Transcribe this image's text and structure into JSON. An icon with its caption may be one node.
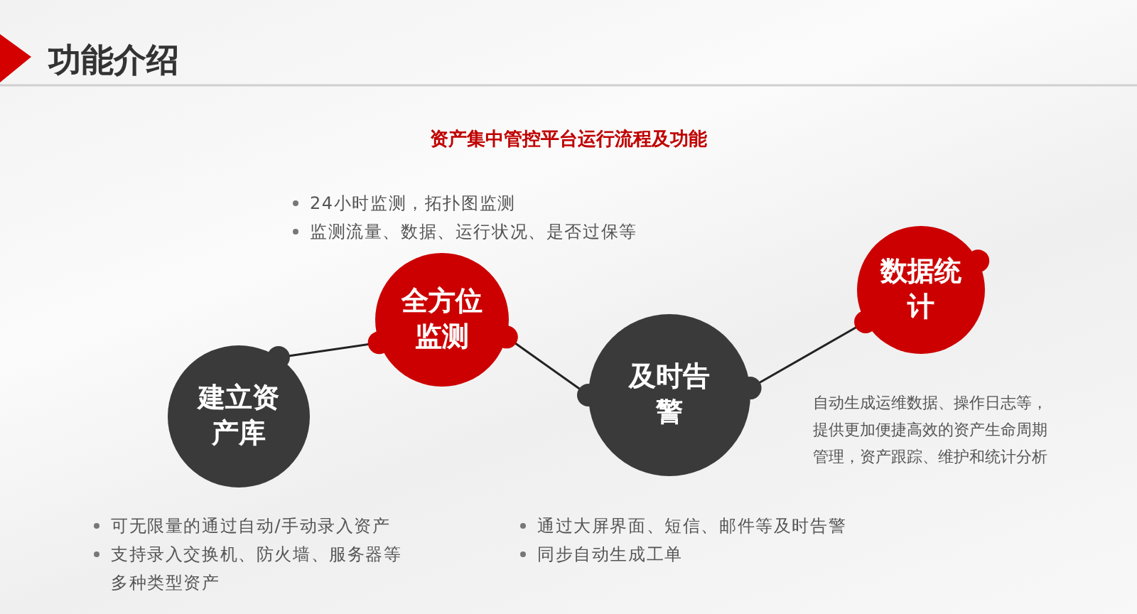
{
  "diagram": {
    "title": "功能介绍",
    "nodes": [
      {
        "text": [
          "建立资产库"
        ],
        "beside": [
          "可无限量的通过自动/手动录入资产",
          "支持录入交换机、防火墙、服务器等多种类型资产"
        ]
      },
      {
        "text": [
          "全方位监测"
        ],
        "beside": [
          "24小时监测，拓扑图监测",
          "监测流量、数据、运行状况、是否过保等"
        ]
      },
      {
        "text": [
          "及时告警"
        ],
        "beside": [
          "通过大屏界面、短信、邮件等及时告警",
          "同步自动生成工单"
        ]
      },
      {
        "text": [
          "数据统计"
        ],
        "beside": [
          "自动生成运维数据、操作日志等，提供更加便捷高效的资产生命周期管理，资产跟踪、维护和统计分析"
        ]
      }
    ],
    "edges": [
      {
        "from": 0,
        "to": 1,
        "arrow": "none"
      },
      {
        "from": 1,
        "to": 2,
        "arrow": "none"
      },
      {
        "from": 2,
        "to": 3,
        "arrow": "none"
      }
    ],
    "labels": [
      "资产集中管控平台运行流程及功能"
    ]
  }
}
